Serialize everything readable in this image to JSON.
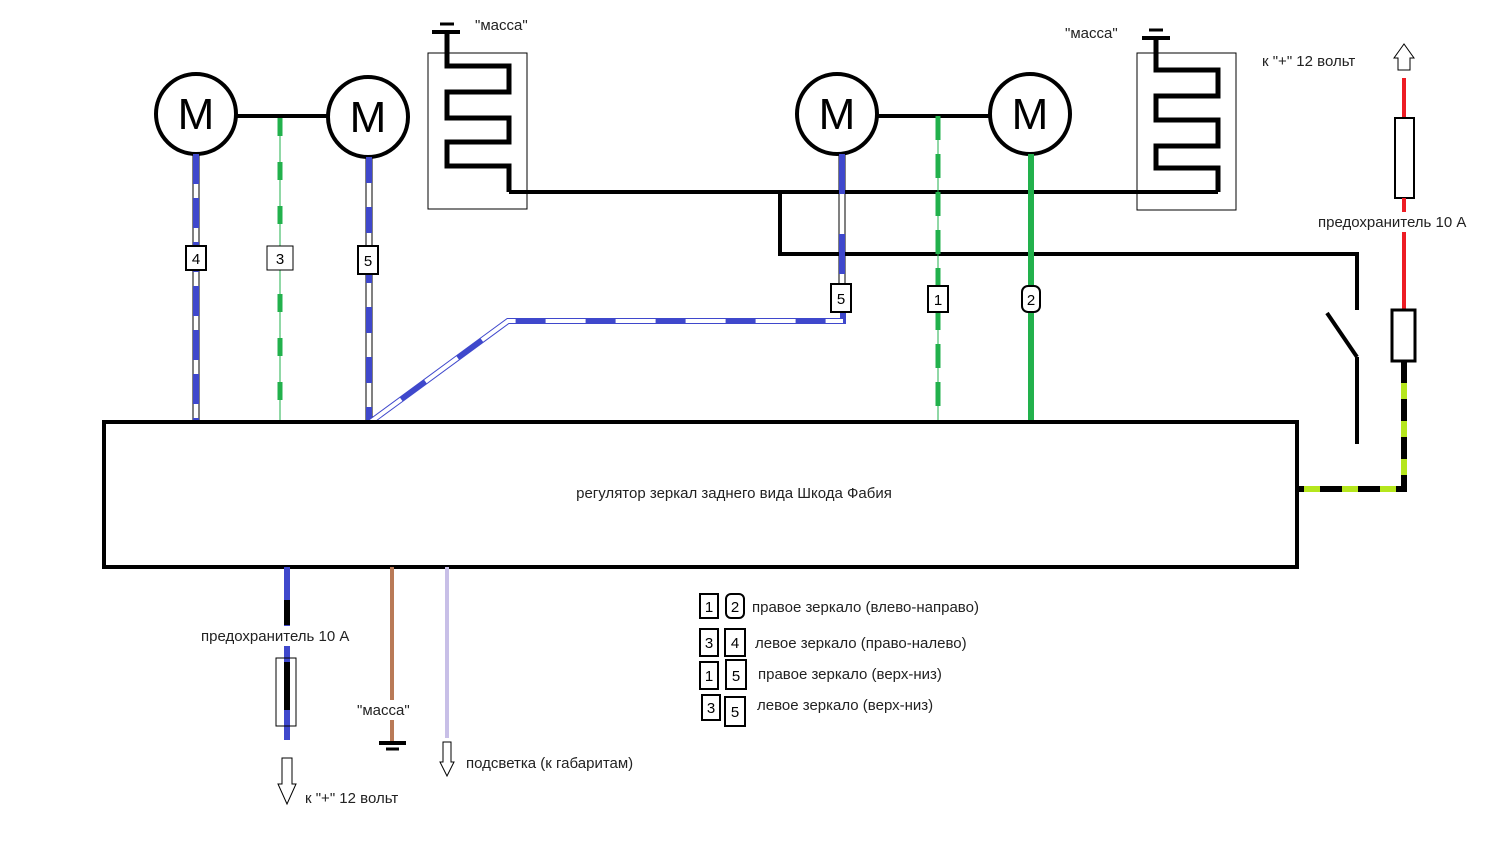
{
  "diagram": {
    "title": "регулятор зеркал заднего вида Шкода Фабия",
    "colors": {
      "blue": "#3f48cc",
      "green": "#22b14c",
      "red": "#ed1c24",
      "black": "#000000",
      "lime": "#b5e61d",
      "brown": "#b97a57",
      "lavender": "#c8bfe7"
    },
    "motors": [
      {
        "id": "left-motor-1",
        "label": "M"
      },
      {
        "id": "left-motor-2",
        "label": "M"
      },
      {
        "id": "right-motor-1",
        "label": "M"
      },
      {
        "id": "right-motor-2",
        "label": "M"
      }
    ],
    "ground_labels": {
      "left_heater": "\"масса\"",
      "right_heater": "\"масса\"",
      "bottom": "\"масса\""
    },
    "wire_numbers": {
      "left": [
        "4",
        "3",
        "5"
      ],
      "right": [
        "5",
        "1",
        "2"
      ]
    },
    "top_right": {
      "supply_label": "к \"+\" 12 вольт",
      "fuse_label": "предохранитель 10 А"
    },
    "bottom": {
      "fuse_label": "предохранитель 10 А",
      "supply_label": "к \"+\" 12 вольт",
      "backlight_label": "подсветка (к габаритам)"
    },
    "legend": [
      {
        "a": "1",
        "b": "2",
        "text": "правое зеркало (влево-направо)"
      },
      {
        "a": "3",
        "b": "4",
        "text": "левое  зеркало (право-налево)"
      },
      {
        "a": "1",
        "b": "5",
        "text": "правое зеркало (верх-низ)"
      },
      {
        "a": "3",
        "b": "5",
        "text": "левое зеркало (верх-низ)"
      }
    ]
  }
}
